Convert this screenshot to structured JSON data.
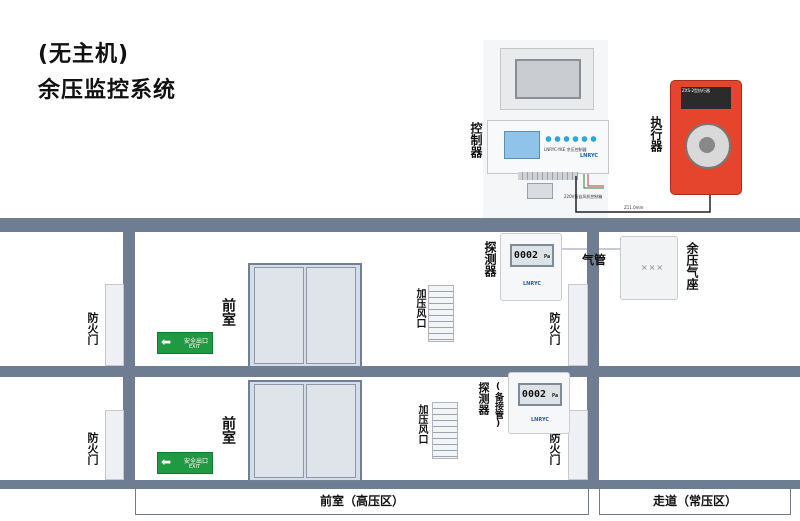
{
  "header": {
    "title_line1": "(无主机)",
    "title_line2": "余压监控系统"
  },
  "equipment": {
    "controller_label": "控制器",
    "actuator_label": "执行器",
    "controller_brand": "LNRYC",
    "controller_model": "LNRYC-YKE 余压控制器",
    "actuator_plate": "ZXS-2型执行器",
    "wire_note": "220V接自风机控制箱",
    "cable_note": "Z11.0mm"
  },
  "floors": [
    {
      "fire_door_label": "防火门",
      "front_room_label": "前室",
      "vent_label": "加压风口",
      "exit_sign_cn": "安全出口",
      "exit_sign_en": "EXIT",
      "sensor_label": "探测器",
      "sensor_reading": "0002",
      "sensor_unit": "Pa",
      "sensor_brand": "LNRYC",
      "right_fire_door_label": "防火门",
      "air_tube_label": "气管",
      "pressure_seat_label": "余压气座"
    },
    {
      "fire_door_label": "防火门",
      "front_room_label": "前室",
      "vent_label": "加压风口",
      "exit_sign_cn": "安全出口",
      "exit_sign_en": "EXIT",
      "sensor_label": "探测器",
      "sensor_sub_label": "(备接管)",
      "sensor_reading": "0002",
      "sensor_unit": "Pa",
      "sensor_brand": "LNRYC",
      "right_fire_door_label": "防火门"
    }
  ],
  "zones": {
    "front_room": "前室（高压区）",
    "corridor": "走道（常压区）"
  },
  "colors": {
    "wall": "#6e7d92",
    "actuator": "#e5452c",
    "exit_sign": "#1f9a42"
  }
}
